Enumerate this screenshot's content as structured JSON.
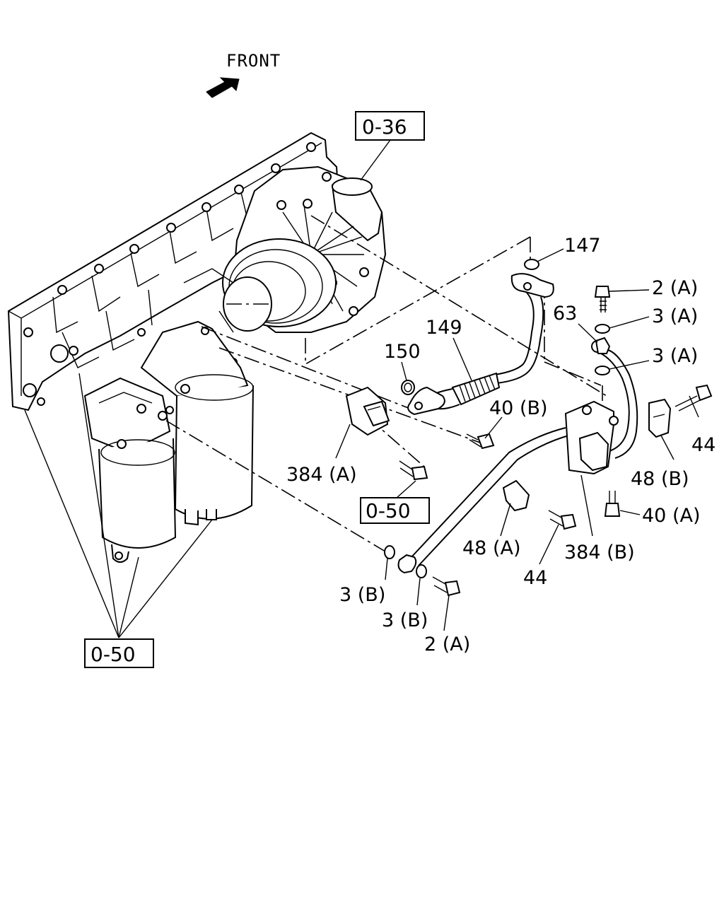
{
  "front": {
    "label": "FRONT"
  },
  "refs": {
    "r036": "0-36",
    "r050_mid": "0-50",
    "r050_low": "0-50"
  },
  "callouts": {
    "c147": "147",
    "c2a_top": "2 (A)",
    "c63": "63",
    "c3a_1": "3 (A)",
    "c3a_2": "3 (A)",
    "c149": "149",
    "c150": "150",
    "c44_right": "44",
    "c40b": "40 (B)",
    "c384a": "384 (A)",
    "c48b": "48 (B)",
    "c40a": "40 (A)",
    "c48a": "48 (A)",
    "c384b": "384 (B)",
    "c44_low": "44",
    "c3b_1": "3 (B)",
    "c3b_2": "3 (B)",
    "c2a_low": "2 (A)"
  }
}
